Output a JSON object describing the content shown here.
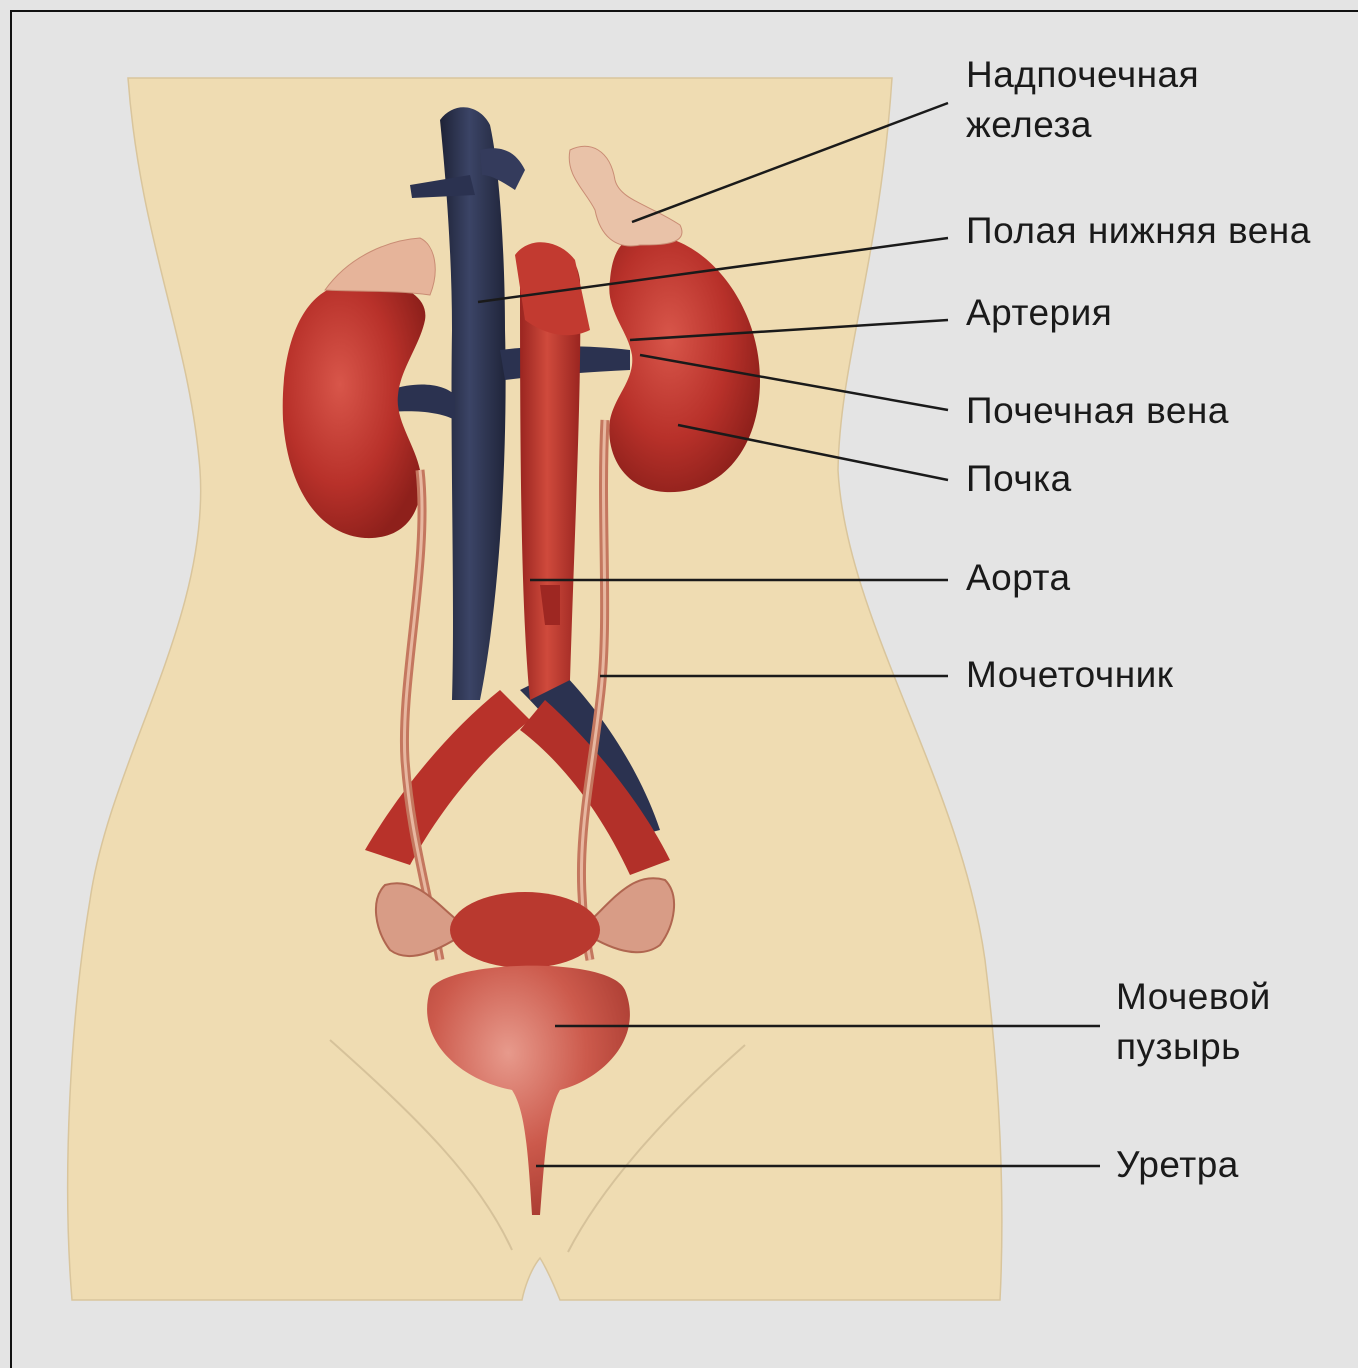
{
  "diagram": {
    "labels": {
      "adrenal_gland": [
        "Надпочечная",
        "железа"
      ],
      "inferior_vena_cava": "Полая нижняя вена",
      "artery": "Артерия",
      "renal_vein": "Почечная вена",
      "kidney": "Почка",
      "aorta": "Аорта",
      "ureter": "Мочеточник",
      "bladder": [
        "Мочевой",
        "пузырь"
      ],
      "urethra": "Уретра"
    },
    "colors": {
      "background": "#e4e4e4",
      "body": "#efdcb2",
      "organ_red": "#b8312a",
      "vein_blue": "#2e3552",
      "leader_line": "#1a1a1a"
    }
  }
}
